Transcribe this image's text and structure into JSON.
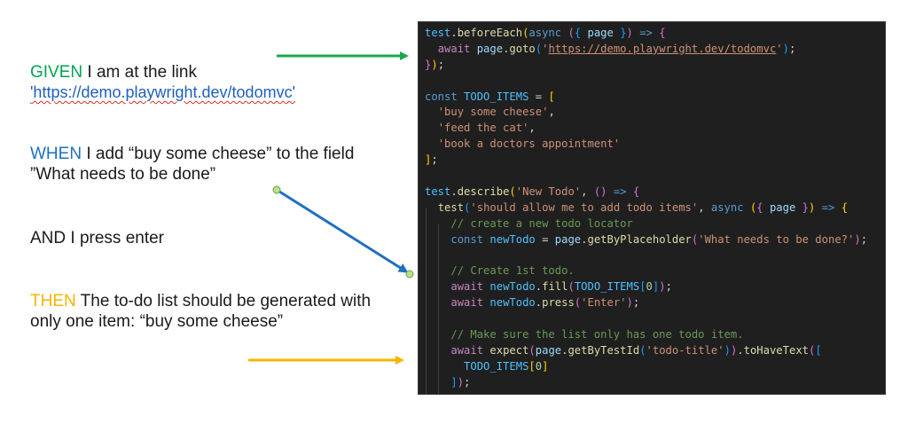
{
  "steps": {
    "given": {
      "keyword": "GIVEN",
      "text": " I am at the link",
      "link": "'https://demo.playwright.dev/todomvc'",
      "color": "#00a54f",
      "link_color": "#1f5fbf"
    },
    "when": {
      "keyword": "WHEN",
      "text": " I add “buy some cheese” to the field ”What needs to be done”",
      "color": "#1f6fc1"
    },
    "and": {
      "text": "AND I press enter"
    },
    "then": {
      "keyword": "THEN",
      "text": " The to-do list should be generated with only one item: “buy some cheese”",
      "color": "#f7b500"
    }
  },
  "arrow_colors": {
    "given": "#19a94d",
    "when": "#1f6fc1",
    "when_dot": "#b7e38b",
    "then": "#f7b500"
  },
  "code_lines": [
    [
      [
        "t-obj",
        "test"
      ],
      [
        "t-op",
        "."
      ],
      [
        "t-fn",
        "beforeEach"
      ],
      [
        "t-p1",
        "("
      ],
      [
        "t-kw",
        "async"
      ],
      [
        "t-op",
        " "
      ],
      [
        "t-p2",
        "("
      ],
      [
        "t-p3",
        "{"
      ],
      [
        "t-op",
        " "
      ],
      [
        "t-var",
        "page"
      ],
      [
        "t-op",
        " "
      ],
      [
        "t-p3",
        "}"
      ],
      [
        "t-p2",
        ")"
      ],
      [
        "t-op",
        " "
      ],
      [
        "t-kw",
        "=>"
      ],
      [
        "t-op",
        " "
      ],
      [
        "t-p2",
        "{"
      ]
    ],
    [
      [
        "t-op",
        "  "
      ],
      [
        "t-ctl",
        "await"
      ],
      [
        "t-op",
        " "
      ],
      [
        "t-var",
        "page"
      ],
      [
        "t-op",
        "."
      ],
      [
        "t-fn",
        "goto"
      ],
      [
        "t-p3",
        "("
      ],
      [
        "t-str",
        "'"
      ],
      [
        "t-str t-url",
        "https://demo.playwright.dev/todomvc"
      ],
      [
        "t-str",
        "'"
      ],
      [
        "t-p3",
        ")"
      ],
      [
        "t-op",
        ";"
      ]
    ],
    [
      [
        "t-p2",
        "}"
      ],
      [
        "t-p1",
        ")"
      ],
      [
        "t-op",
        ";"
      ]
    ],
    [],
    [
      [
        "t-kw",
        "const"
      ],
      [
        "t-op",
        " "
      ],
      [
        "t-const",
        "TODO_ITEMS"
      ],
      [
        "t-op",
        " = "
      ],
      [
        "t-p1",
        "["
      ]
    ],
    [
      [
        "t-op",
        "  "
      ],
      [
        "t-str",
        "'buy some cheese'"
      ],
      [
        "t-op",
        ","
      ]
    ],
    [
      [
        "t-op",
        "  "
      ],
      [
        "t-str",
        "'feed the cat'"
      ],
      [
        "t-op",
        ","
      ]
    ],
    [
      [
        "t-op",
        "  "
      ],
      [
        "t-str",
        "'book a doctors appointment'"
      ]
    ],
    [
      [
        "t-p1",
        "]"
      ],
      [
        "t-op",
        ";"
      ]
    ],
    [],
    [
      [
        "t-obj",
        "test"
      ],
      [
        "t-op",
        "."
      ],
      [
        "t-fn",
        "describe"
      ],
      [
        "t-p1",
        "("
      ],
      [
        "t-str",
        "'New Todo'"
      ],
      [
        "t-op",
        ", "
      ],
      [
        "t-p2",
        "()"
      ],
      [
        "t-op",
        " "
      ],
      [
        "t-kw",
        "=>"
      ],
      [
        "t-op",
        " "
      ],
      [
        "t-p2",
        "{"
      ]
    ],
    [
      [
        "t-op",
        "  "
      ],
      [
        "t-fn",
        "test"
      ],
      [
        "t-p3",
        "("
      ],
      [
        "t-str",
        "'should allow me to add todo items'"
      ],
      [
        "t-op",
        ", "
      ],
      [
        "t-kw",
        "async"
      ],
      [
        "t-op",
        " "
      ],
      [
        "t-p1",
        "("
      ],
      [
        "t-p2",
        "{"
      ],
      [
        "t-op",
        " "
      ],
      [
        "t-var",
        "page"
      ],
      [
        "t-op",
        " "
      ],
      [
        "t-p2",
        "}"
      ],
      [
        "t-p1",
        ")"
      ],
      [
        "t-op",
        " "
      ],
      [
        "t-kw",
        "=>"
      ],
      [
        "t-op",
        " "
      ],
      [
        "t-p1",
        "{"
      ]
    ],
    [
      [
        "t-op",
        "    "
      ],
      [
        "t-cmt",
        "// create a new todo locator"
      ]
    ],
    [
      [
        "t-op",
        "    "
      ],
      [
        "t-kw",
        "const"
      ],
      [
        "t-op",
        " "
      ],
      [
        "t-const",
        "newTodo"
      ],
      [
        "t-op",
        " = "
      ],
      [
        "t-var",
        "page"
      ],
      [
        "t-op",
        "."
      ],
      [
        "t-fn",
        "getByPlaceholder"
      ],
      [
        "t-p2",
        "("
      ],
      [
        "t-str",
        "'What needs to be done?'"
      ],
      [
        "t-p2",
        ")"
      ],
      [
        "t-op",
        ";"
      ]
    ],
    [],
    [
      [
        "t-op",
        "    "
      ],
      [
        "t-cmt",
        "// Create 1st todo."
      ]
    ],
    [
      [
        "t-op",
        "    "
      ],
      [
        "t-ctl",
        "await"
      ],
      [
        "t-op",
        " "
      ],
      [
        "t-const",
        "newTodo"
      ],
      [
        "t-op",
        "."
      ],
      [
        "t-fn",
        "fill"
      ],
      [
        "t-p2",
        "("
      ],
      [
        "t-const",
        "TODO_ITEMS"
      ],
      [
        "t-p3",
        "["
      ],
      [
        "t-num",
        "0"
      ],
      [
        "t-p3",
        "]"
      ],
      [
        "t-p2",
        ")"
      ],
      [
        "t-op",
        ";"
      ]
    ],
    [
      [
        "t-op",
        "    "
      ],
      [
        "t-ctl",
        "await"
      ],
      [
        "t-op",
        " "
      ],
      [
        "t-const",
        "newTodo"
      ],
      [
        "t-op",
        "."
      ],
      [
        "t-fn",
        "press"
      ],
      [
        "t-p2",
        "("
      ],
      [
        "t-str",
        "'Enter'"
      ],
      [
        "t-p2",
        ")"
      ],
      [
        "t-op",
        ";"
      ]
    ],
    [],
    [
      [
        "t-op",
        "    "
      ],
      [
        "t-cmt",
        "// Make sure the list only has one todo item."
      ]
    ],
    [
      [
        "t-op",
        "    "
      ],
      [
        "t-ctl",
        "await"
      ],
      [
        "t-op",
        " "
      ],
      [
        "t-fn",
        "expect"
      ],
      [
        "t-p2",
        "("
      ],
      [
        "t-var",
        "page"
      ],
      [
        "t-op",
        "."
      ],
      [
        "t-fn",
        "getByTestId"
      ],
      [
        "t-p3",
        "("
      ],
      [
        "t-str",
        "'todo-title'"
      ],
      [
        "t-p3",
        ")"
      ],
      [
        "t-p2",
        ")"
      ],
      [
        "t-op",
        "."
      ],
      [
        "t-fn",
        "toHaveText"
      ],
      [
        "t-p2",
        "("
      ],
      [
        "t-p3",
        "["
      ]
    ],
    [
      [
        "t-op",
        "      "
      ],
      [
        "t-const",
        "TODO_ITEMS"
      ],
      [
        "t-p1",
        "["
      ],
      [
        "t-num",
        "0"
      ],
      [
        "t-p1",
        "]"
      ]
    ],
    [
      [
        "t-op",
        "    "
      ],
      [
        "t-p3",
        "]"
      ],
      [
        "t-p2",
        ")"
      ],
      [
        "t-op",
        ";"
      ]
    ]
  ]
}
